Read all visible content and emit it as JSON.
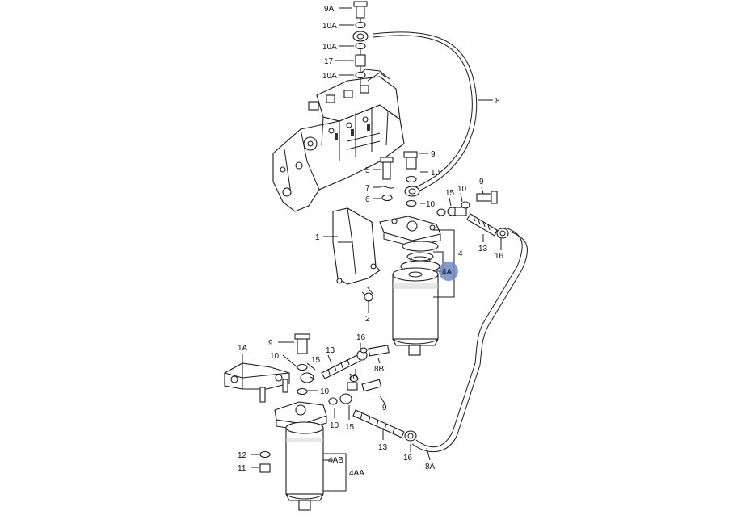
{
  "labels": {
    "l9a": "9A",
    "l10a_1": "10A",
    "l10a_2": "10A",
    "l17": "17",
    "l10a_3": "10A",
    "l8": "8",
    "l9_a": "9",
    "l5": "5",
    "l10_a": "10",
    "l7": "7",
    "l6": "6",
    "l15_a": "15",
    "l10_b": "10",
    "l9_b": "9",
    "l10_c": "10",
    "l1": "1",
    "l4": "4",
    "l4a": "4A",
    "l13_a": "13",
    "l16_a": "16",
    "l2": "2",
    "l16_b": "16",
    "l1a": "1A",
    "l9_c": "9",
    "l10_d": "10",
    "l13_b": "13",
    "l15_b": "15",
    "l10_e": "10",
    "l8b": "8B",
    "l10_f": "10",
    "l10_g": "10",
    "l15_c": "15",
    "l9_d": "9",
    "l13_c": "13",
    "l16_c": "16",
    "l12": "12",
    "l11": "11",
    "l4ab": "4AB",
    "l4aa": "4AA",
    "l8a": "8A"
  },
  "highlight": {
    "label_ref": "4A",
    "color": "#6f88c7"
  }
}
